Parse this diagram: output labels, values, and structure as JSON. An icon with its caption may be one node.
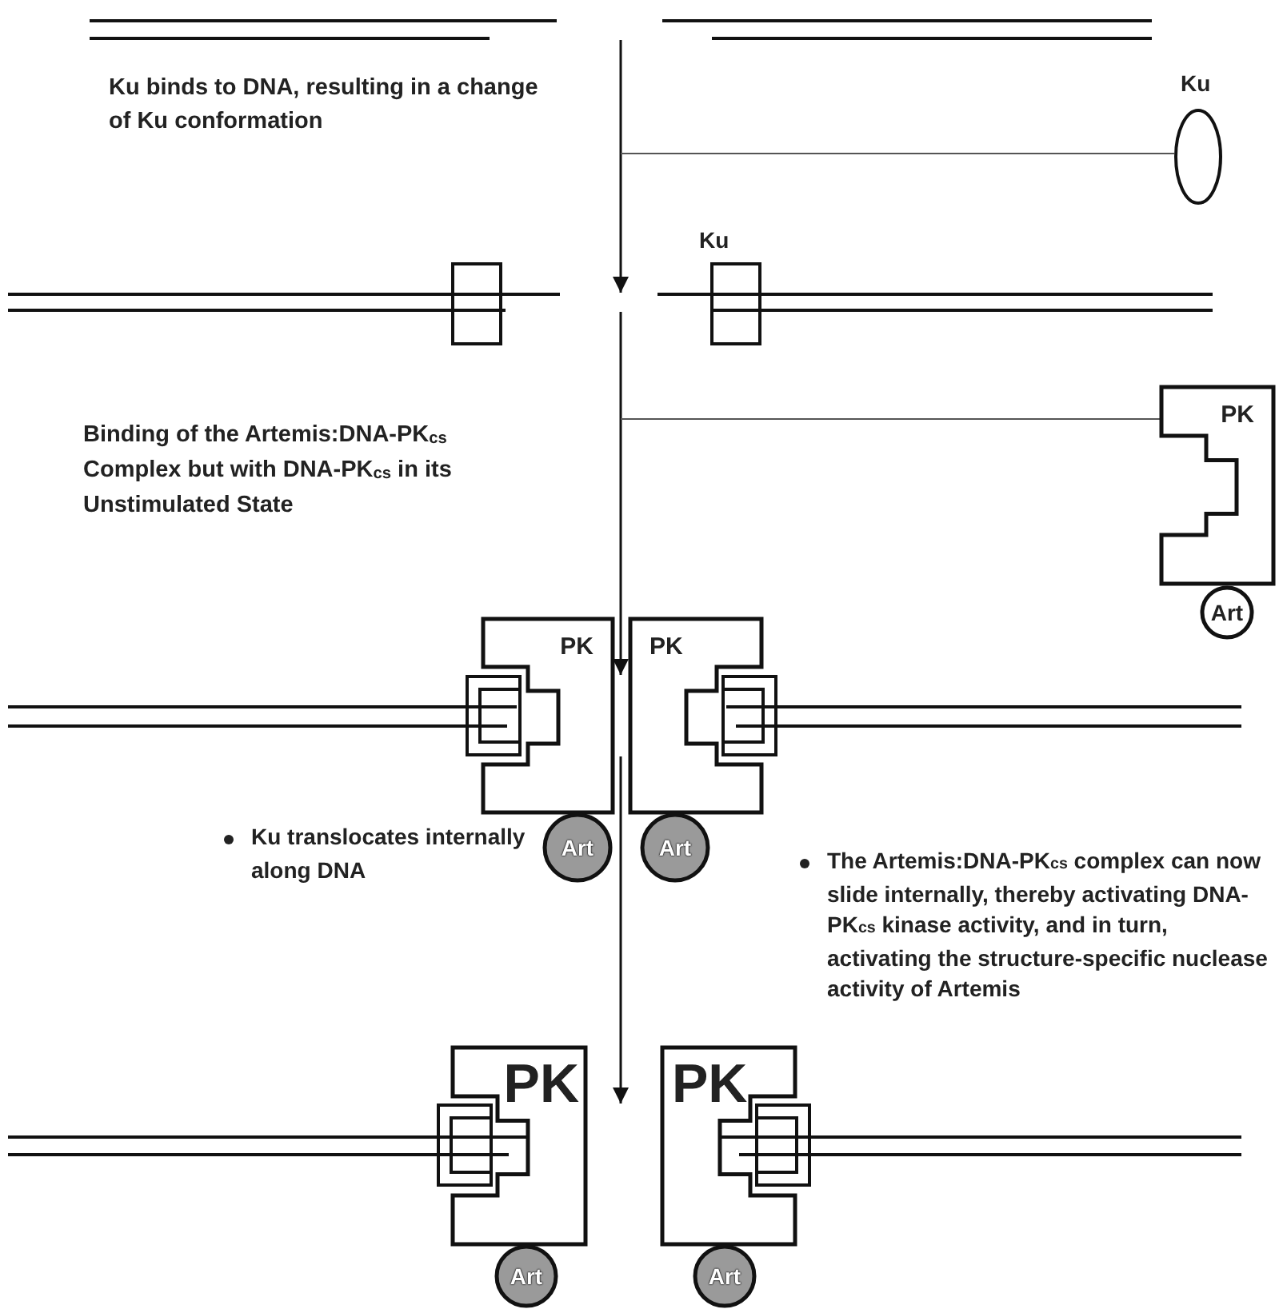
{
  "diagram": {
    "nodes": [
      {
        "text": [],
        "shape": "picture"
      },
      {
        "text": [
          "Ku"
        ]
      },
      {
        "text": [],
        "shape": "picture"
      },
      {
        "text": [],
        "shape": "box"
      },
      {
        "text": [
          "Ku"
        ]
      },
      {
        "text": [
          "PK"
        ]
      },
      {
        "text": [
          "Art"
        ]
      },
      {
        "text": [],
        "shape": "picture"
      },
      {
        "text": [
          "PK"
        ]
      },
      {
        "text": [
          "PK"
        ]
      },
      {
        "text": [
          "Art"
        ]
      },
      {
        "text": [
          "Art"
        ]
      },
      {
        "text": [],
        "shape": "picture"
      },
      {
        "text": [
          "PK"
        ]
      },
      {
        "text": [
          "PK"
        ]
      },
      {
        "text": [
          "Art"
        ]
      },
      {
        "text": [
          "Art"
        ]
      }
    ],
    "edges": [
      {
        "from": 0,
        "to": 2,
        "arrow": "to"
      },
      {
        "from": 1,
        "to": null,
        "arrow": "none"
      },
      {
        "from": 2,
        "to": 7,
        "arrow": "to"
      },
      {
        "from": 5,
        "to": null,
        "arrow": "none"
      },
      {
        "from": 7,
        "to": 12,
        "arrow": "to"
      }
    ],
    "labels": [
      "Ku binds to DNA, resulting in a change of Ku conformation",
      "Binding of the Artemis:DNA-PK$_{cs}$ Complex but with DNA-PK$_{cs}$ in its Unstimulated State",
      "Ku translocates internally along DNA",
      "The Artemis:DNA-PK$_{cs}$ complex can now slide internally, thereby activating DNA-PK$_{cs}$ kinase activity, and in turn, activating the structure-specific nuclease activity of Artemis"
    ]
  }
}
